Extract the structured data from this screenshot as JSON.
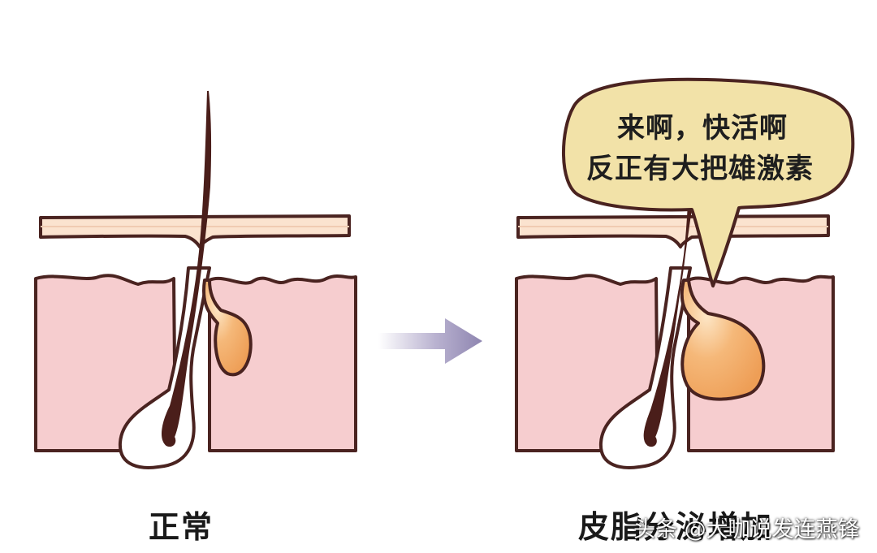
{
  "left_panel": {
    "caption": "正常"
  },
  "right_panel": {
    "caption": "皮脂分泌增加",
    "speech_bubble": {
      "line1": "来啊，快活啊",
      "line2": "反正有大把雄激素"
    }
  },
  "watermark": "头条 @大咖说发连燕锋",
  "colors": {
    "dermis": "#f6cdcf",
    "epidermis": "#fbe3cf",
    "outline": "#4a2320",
    "hair": "#4a1e1a",
    "sebaceous_gland": "#f2a65e",
    "bubble_fill": "#f2e2a8",
    "arrow": "#9a90b8"
  },
  "icons": {
    "arrow": "right-arrow-icon"
  },
  "sebaceous_gland_size": {
    "normal": 1.0,
    "increased": 1.8
  }
}
